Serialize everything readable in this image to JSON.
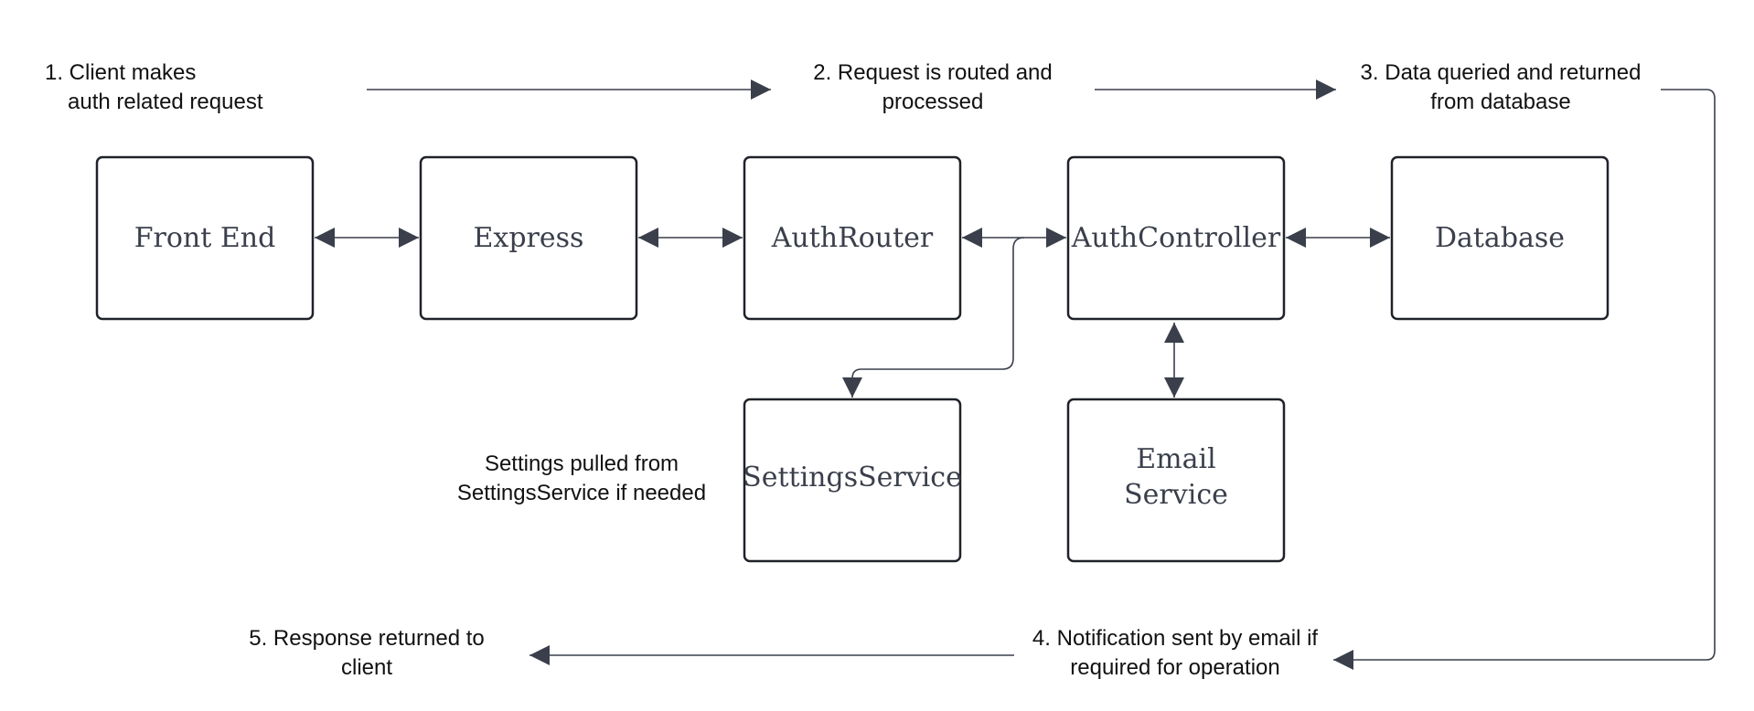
{
  "nodes": {
    "front_end": "Front End",
    "express": "Express",
    "auth_router": "AuthRouter",
    "auth_controller": "AuthController",
    "database": "Database",
    "settings_service": "SettingsService",
    "email_service": [
      "Email",
      "Service"
    ]
  },
  "steps": {
    "step1": [
      "1.  Client makes",
      "auth related request"
    ],
    "step2": [
      "2.  Request is routed and",
      "processed"
    ],
    "step3": [
      "3. Data queried and returned",
      "from database"
    ],
    "step4": [
      "4.  Notification sent by email if",
      "required for operation"
    ],
    "step5": [
      "5.  Response returned to",
      "client"
    ],
    "settings_note": [
      "Settings pulled from",
      "SettingsService if needed"
    ]
  },
  "colors": {
    "node_border": "#1f2228",
    "arrow": "#3a3f4b",
    "node_text": "#3a3f4b",
    "label_text": "#111111"
  }
}
